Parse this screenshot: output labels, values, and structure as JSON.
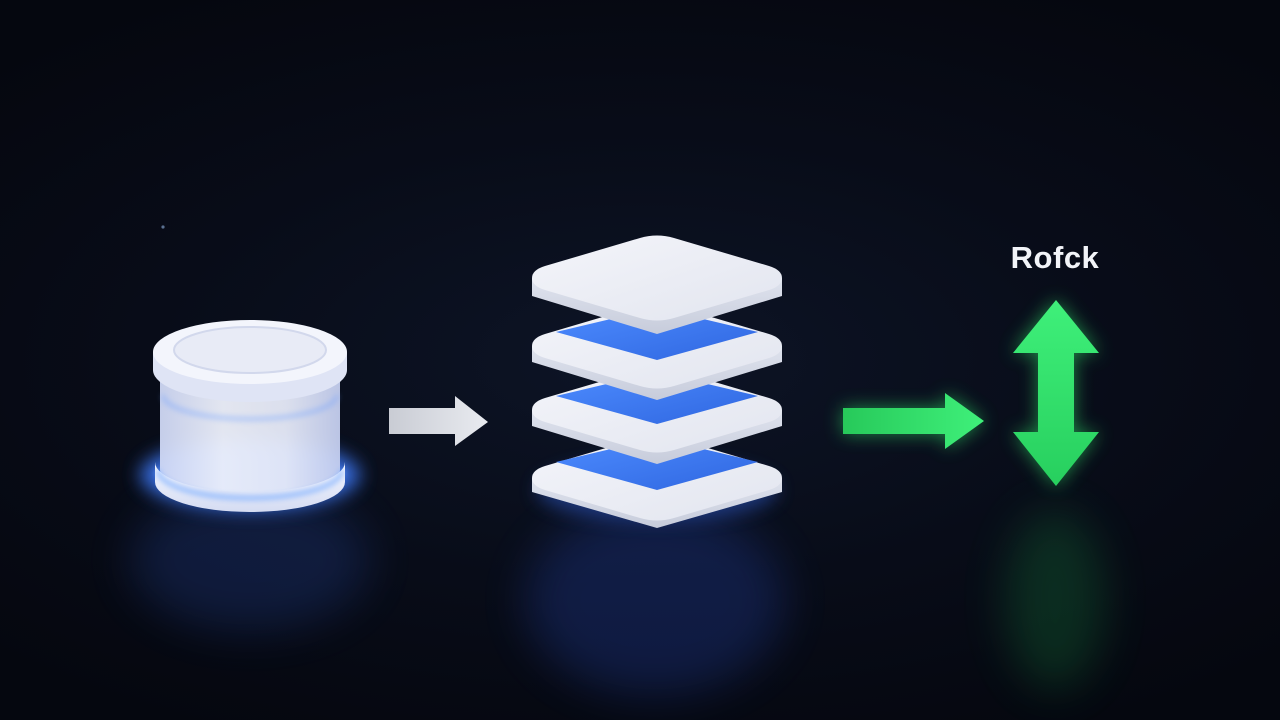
{
  "diagram": {
    "nodes": [
      {
        "id": "source",
        "kind": "cylinder",
        "icon": "database-cylinder-icon"
      },
      {
        "id": "stack",
        "kind": "layer-stack",
        "icon": "layer-stack-icon",
        "layers": 4
      },
      {
        "id": "output",
        "kind": "vertical-double-arrow",
        "icon": "up-down-arrow-icon",
        "label": "Rofck"
      }
    ],
    "edges": [
      {
        "from": "source",
        "to": "stack",
        "color": "#d9dde6"
      },
      {
        "from": "stack",
        "to": "output",
        "color": "#2fe86a"
      }
    ]
  },
  "colors": {
    "background": "#070b16",
    "panel_white": "#eef0f7",
    "layer_blue": "#3d7bf2",
    "glow_blue": "#3f7dff",
    "accent_green": "#2fe86a"
  }
}
